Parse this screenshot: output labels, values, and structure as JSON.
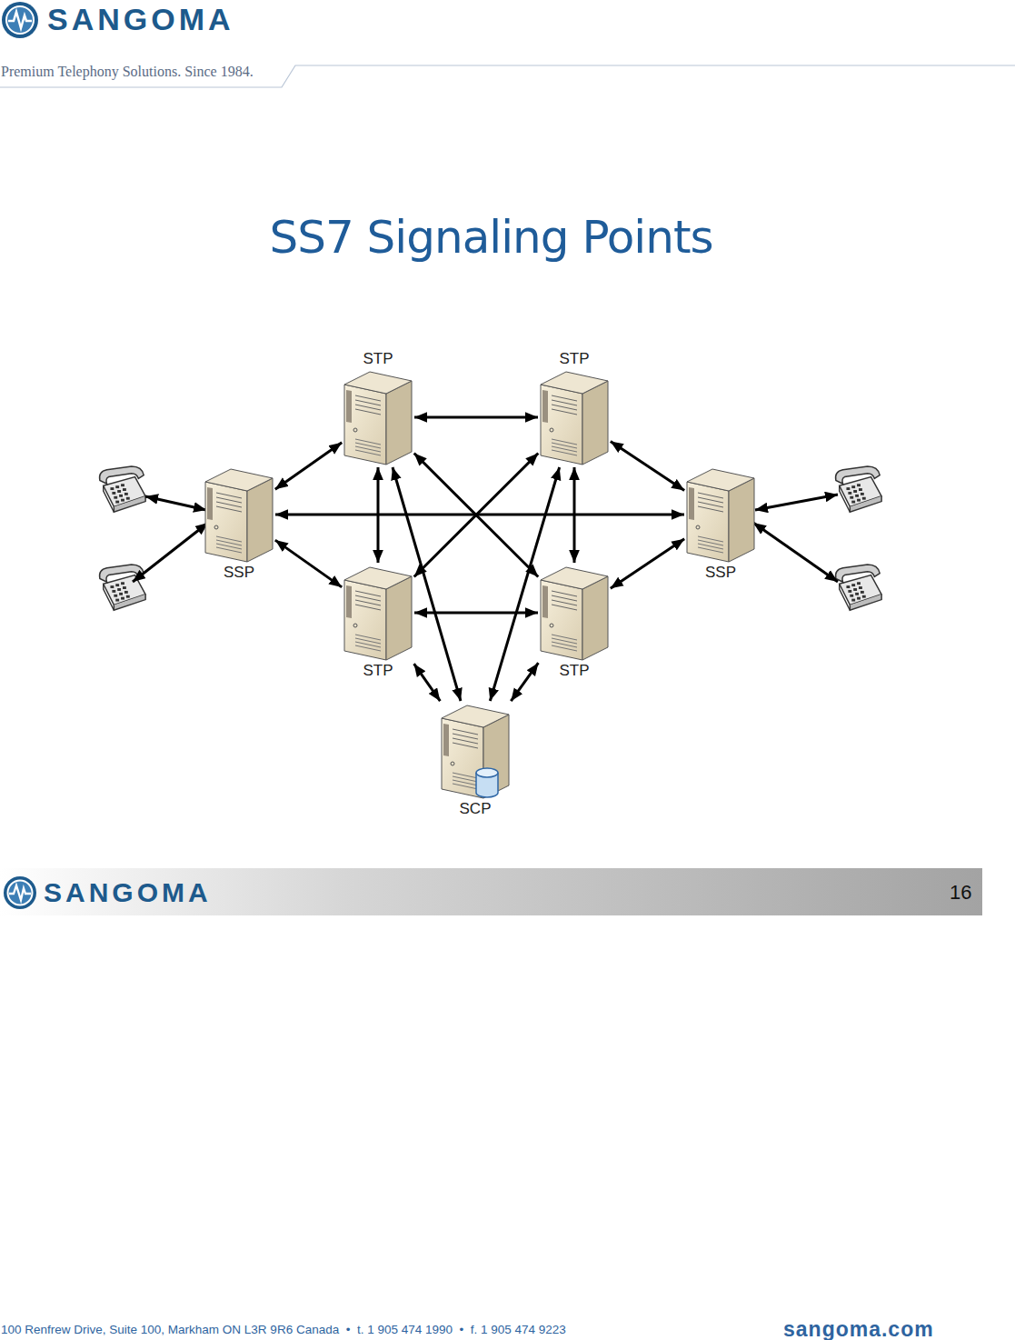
{
  "diagram": {
    "title": "SS7 Signaling Points",
    "nodes": [
      {
        "text": [
          "STP"
        ]
      },
      {
        "text": [
          "STP"
        ]
      },
      {
        "text": [
          "SSP"
        ]
      },
      {
        "text": [
          "SSP"
        ]
      },
      {
        "text": [
          "STP"
        ]
      },
      {
        "text": [
          "STP"
        ]
      },
      {
        "text": [
          "SCP"
        ]
      }
    ],
    "edges": [
      {
        "from": 0,
        "to": 1,
        "arrow": "both"
      },
      {
        "from": 0,
        "to": 2,
        "arrow": "both"
      },
      {
        "from": 0,
        "to": 4,
        "arrow": "both"
      },
      {
        "from": 0,
        "to": 5,
        "arrow": "both"
      },
      {
        "from": 0,
        "to": 6,
        "arrow": "both"
      },
      {
        "from": 1,
        "to": 3,
        "arrow": "both"
      },
      {
        "from": 1,
        "to": 4,
        "arrow": "both"
      },
      {
        "from": 1,
        "to": 5,
        "arrow": "both"
      },
      {
        "from": 1,
        "to": 6,
        "arrow": "both"
      },
      {
        "from": 2,
        "to": 3,
        "arrow": "both"
      },
      {
        "from": 2,
        "to": 4,
        "arrow": "both"
      },
      {
        "from": 3,
        "to": 5,
        "arrow": "both"
      },
      {
        "from": 4,
        "to": 5,
        "arrow": "both"
      },
      {
        "from": 4,
        "to": 6,
        "arrow": "both"
      },
      {
        "from": 5,
        "to": 6,
        "arrow": "both"
      }
    ],
    "labels": [
      "SANGOMA",
      "Premium Telephony Solutions. Since 1984.",
      "SANGOMA",
      "16",
      "100 Renfrew Drive, Suite 100, Markham ON L3R 9R6 Canada  •  t. 1 905 474 1990  •  f. 1 905 474 9223",
      "sangoma.com"
    ]
  }
}
